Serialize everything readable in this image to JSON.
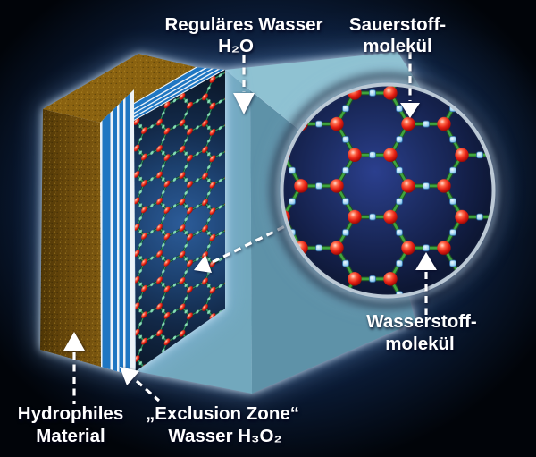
{
  "labels": {
    "regular_water": {
      "line1": "Reguläres Wasser",
      "line2": "H₂O"
    },
    "oxygen": {
      "line1": "Sauerstoff-",
      "line2": "molekül"
    },
    "hydrogen": {
      "line1": "Wasserstoff-",
      "line2": "molekül"
    },
    "material": {
      "line1": "Hydrophiles",
      "line2": "Material"
    },
    "ez_water": {
      "line1": "„Exclusion Zone“",
      "line2": "Wasser H₃O₂"
    }
  },
  "colors": {
    "oxygen_red": "#e42014",
    "hydrogen_blue": "#9fd4f4",
    "bond_green": "#3fa53f",
    "ez_layer_blue": "#1f76c2",
    "material_brown": "#6b4a0c",
    "material_brown_light": "#8a6210",
    "water_top": "#8fc2d2",
    "water_left": "#72a8bd",
    "water_front": "#5e92a8",
    "ez_face_blue": "#1d4271",
    "background_glow": "#1f4170",
    "label_text": "#ffffff"
  }
}
